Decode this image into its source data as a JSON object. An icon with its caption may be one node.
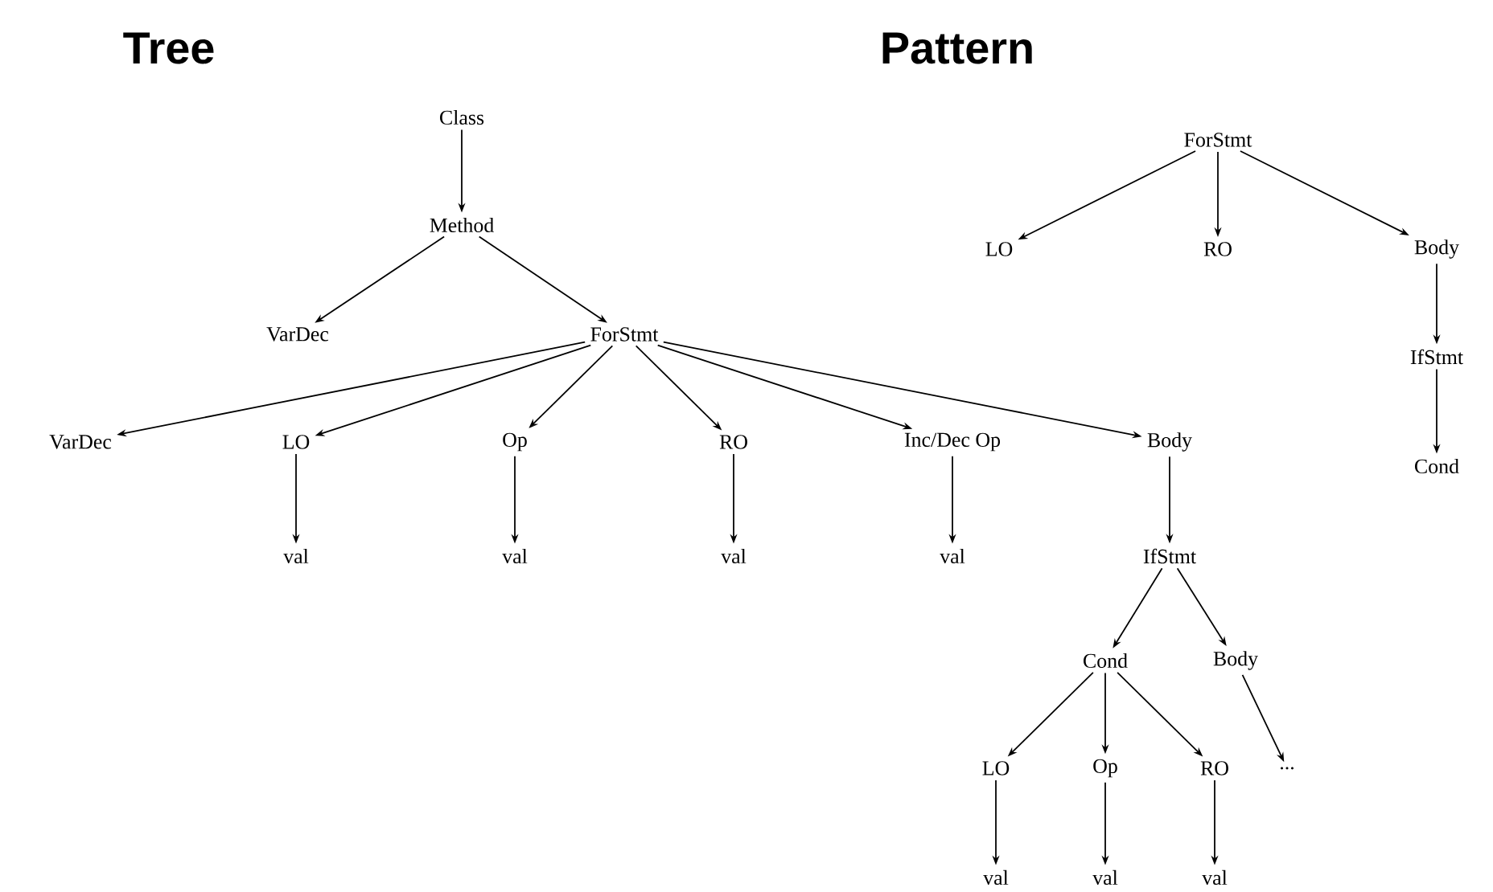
{
  "diagram": {
    "nodes": [
      {
        "text": [
          "Class"
        ]
      },
      {
        "text": [
          "Method"
        ]
      },
      {
        "text": [
          "VarDec"
        ]
      },
      {
        "text": [
          "ForStmt"
        ]
      },
      {
        "text": [
          "VarDec"
        ]
      },
      {
        "text": [
          "LO"
        ]
      },
      {
        "text": [
          "Op"
        ]
      },
      {
        "text": [
          "RO"
        ]
      },
      {
        "text": [
          "Inc/Dec Op"
        ]
      },
      {
        "text": [
          "Body"
        ]
      },
      {
        "text": [
          "val"
        ]
      },
      {
        "text": [
          "val"
        ]
      },
      {
        "text": [
          "val"
        ]
      },
      {
        "text": [
          "val"
        ]
      },
      {
        "text": [
          "IfStmt"
        ]
      },
      {
        "text": [
          "Cond"
        ]
      },
      {
        "text": [
          "Body"
        ]
      },
      {
        "text": [
          "LO"
        ]
      },
      {
        "text": [
          "Op"
        ]
      },
      {
        "text": [
          "RO"
        ]
      },
      {
        "text": [
          "..."
        ]
      },
      {
        "text": [
          "val"
        ]
      },
      {
        "text": [
          "val"
        ]
      },
      {
        "text": [
          "val"
        ]
      },
      {
        "text": [
          "ForStmt"
        ]
      },
      {
        "text": [
          "LO"
        ]
      },
      {
        "text": [
          "RO"
        ]
      },
      {
        "text": [
          "Body"
        ]
      },
      {
        "text": [
          "IfStmt"
        ]
      },
      {
        "text": [
          "Cond"
        ]
      }
    ],
    "edges": [
      {
        "from": 0,
        "to": 1,
        "arrow": "to"
      },
      {
        "from": 1,
        "to": 2,
        "arrow": "to"
      },
      {
        "from": 1,
        "to": 3,
        "arrow": "to"
      },
      {
        "from": 3,
        "to": 4,
        "arrow": "to"
      },
      {
        "from": 3,
        "to": 5,
        "arrow": "to"
      },
      {
        "from": 3,
        "to": 6,
        "arrow": "to"
      },
      {
        "from": 3,
        "to": 7,
        "arrow": "to"
      },
      {
        "from": 3,
        "to": 8,
        "arrow": "to"
      },
      {
        "from": 3,
        "to": 9,
        "arrow": "to"
      },
      {
        "from": 5,
        "to": 10,
        "arrow": "to"
      },
      {
        "from": 6,
        "to": 11,
        "arrow": "to"
      },
      {
        "from": 7,
        "to": 12,
        "arrow": "to"
      },
      {
        "from": 8,
        "to": 13,
        "arrow": "to"
      },
      {
        "from": 9,
        "to": 14,
        "arrow": "to"
      },
      {
        "from": 14,
        "to": 15,
        "arrow": "to"
      },
      {
        "from": 14,
        "to": 16,
        "arrow": "to"
      },
      {
        "from": 15,
        "to": 17,
        "arrow": "to"
      },
      {
        "from": 15,
        "to": 18,
        "arrow": "to"
      },
      {
        "from": 15,
        "to": 19,
        "arrow": "to"
      },
      {
        "from": 16,
        "to": 20,
        "arrow": "to"
      },
      {
        "from": 17,
        "to": 21,
        "arrow": "to"
      },
      {
        "from": 18,
        "to": 22,
        "arrow": "to"
      },
      {
        "from": 19,
        "to": 23,
        "arrow": "to"
      },
      {
        "from": 24,
        "to": 25,
        "arrow": "to"
      },
      {
        "from": 24,
        "to": 26,
        "arrow": "to"
      },
      {
        "from": 24,
        "to": 27,
        "arrow": "to"
      },
      {
        "from": 27,
        "to": 28,
        "arrow": "to"
      },
      {
        "from": 28,
        "to": 29,
        "arrow": "to"
      }
    ],
    "labels": [
      "Tree",
      "Pattern"
    ]
  }
}
